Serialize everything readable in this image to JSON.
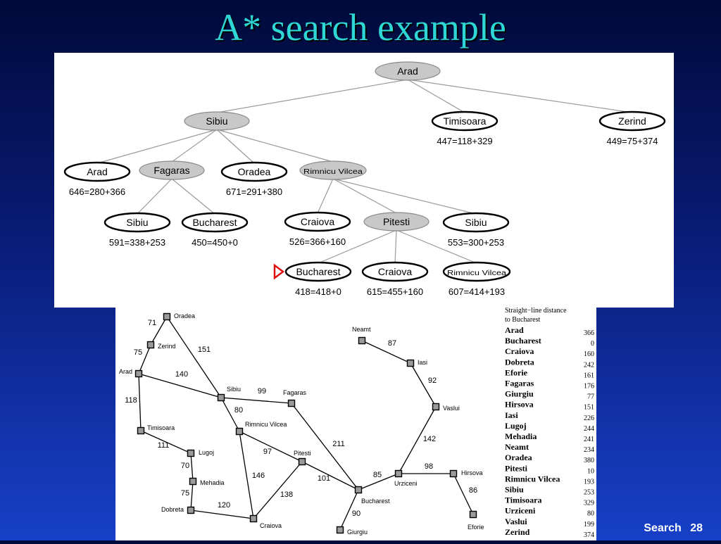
{
  "title": "A* search example",
  "footer": {
    "section": "Search",
    "page": "28"
  },
  "tree": {
    "nodes": [
      {
        "id": "arad0",
        "label": "Arad",
        "expanded": true,
        "f": ""
      },
      {
        "id": "sibiu1",
        "label": "Sibiu",
        "expanded": true,
        "f": ""
      },
      {
        "id": "timisoara1",
        "label": "Timisoara",
        "expanded": false,
        "f": "447=118+329"
      },
      {
        "id": "zerind1",
        "label": "Zerind",
        "expanded": false,
        "f": "449=75+374"
      },
      {
        "id": "arad2",
        "label": "Arad",
        "expanded": false,
        "f": "646=280+366"
      },
      {
        "id": "fagaras2",
        "label": "Fagaras",
        "expanded": true,
        "f": ""
      },
      {
        "id": "oradea2",
        "label": "Oradea",
        "expanded": false,
        "f": "671=291+380"
      },
      {
        "id": "rimnicu2",
        "label": "Rimnicu Vilcea",
        "expanded": true,
        "f": ""
      },
      {
        "id": "sibiu3a",
        "label": "Sibiu",
        "expanded": false,
        "f": "591=338+253"
      },
      {
        "id": "bucharest3a",
        "label": "Bucharest",
        "expanded": false,
        "f": "450=450+0"
      },
      {
        "id": "craiova3",
        "label": "Craiova",
        "expanded": false,
        "f": "526=366+160"
      },
      {
        "id": "pitesti3",
        "label": "Pitesti",
        "expanded": true,
        "f": ""
      },
      {
        "id": "sibiu3b",
        "label": "Sibiu",
        "expanded": false,
        "f": "553=300+253"
      },
      {
        "id": "bucharest4",
        "label": "Bucharest",
        "expanded": false,
        "f": "418=418+0"
      },
      {
        "id": "craiova4",
        "label": "Craiova",
        "expanded": false,
        "f": "615=455+160"
      },
      {
        "id": "rimnicu4",
        "label": "Rimnicu Vilcea",
        "expanded": false,
        "f": "607=414+193"
      }
    ],
    "edges": [
      [
        "arad0",
        "sibiu1"
      ],
      [
        "arad0",
        "timisoara1"
      ],
      [
        "arad0",
        "zerind1"
      ],
      [
        "sibiu1",
        "arad2"
      ],
      [
        "sibiu1",
        "fagaras2"
      ],
      [
        "sibiu1",
        "oradea2"
      ],
      [
        "sibiu1",
        "rimnicu2"
      ],
      [
        "fagaras2",
        "sibiu3a"
      ],
      [
        "fagaras2",
        "bucharest3a"
      ],
      [
        "rimnicu2",
        "craiova3"
      ],
      [
        "rimnicu2",
        "pitesti3"
      ],
      [
        "rimnicu2",
        "sibiu3b"
      ],
      [
        "pitesti3",
        "bucharest4"
      ],
      [
        "pitesti3",
        "craiova4"
      ],
      [
        "pitesti3",
        "rimnicu4"
      ]
    ],
    "goal_marker": "bucharest4"
  },
  "map": {
    "cities": [
      {
        "id": "oradea",
        "name": "Oradea"
      },
      {
        "id": "zerind",
        "name": "Zerind"
      },
      {
        "id": "arad",
        "name": "Arad"
      },
      {
        "id": "timisoara",
        "name": "Timisoara"
      },
      {
        "id": "lugoj",
        "name": "Lugoj"
      },
      {
        "id": "mehadia",
        "name": "Mehadia"
      },
      {
        "id": "dobreta",
        "name": "Dobreta"
      },
      {
        "id": "craiova",
        "name": "Craiova"
      },
      {
        "id": "sibiu",
        "name": "Sibiu"
      },
      {
        "id": "fagaras",
        "name": "Fagaras"
      },
      {
        "id": "rimnicu",
        "name": "Rimnicu Vilcea"
      },
      {
        "id": "pitesti",
        "name": "Pitesti"
      },
      {
        "id": "bucharest",
        "name": "Bucharest"
      },
      {
        "id": "giurgiu",
        "name": "Giurgiu"
      },
      {
        "id": "urziceni",
        "name": "Urziceni"
      },
      {
        "id": "hirsova",
        "name": "Hirsova"
      },
      {
        "id": "eforie",
        "name": "Eforie"
      },
      {
        "id": "vaslui",
        "name": "Vaslui"
      },
      {
        "id": "iasi",
        "name": "Iasi"
      },
      {
        "id": "neamt",
        "name": "Neamt"
      }
    ],
    "roads": [
      {
        "a": "oradea",
        "b": "zerind",
        "d": "71"
      },
      {
        "a": "zerind",
        "b": "arad",
        "d": "75"
      },
      {
        "a": "oradea",
        "b": "sibiu",
        "d": "151"
      },
      {
        "a": "arad",
        "b": "sibiu",
        "d": "140"
      },
      {
        "a": "arad",
        "b": "timisoara",
        "d": "118"
      },
      {
        "a": "timisoara",
        "b": "lugoj",
        "d": "111"
      },
      {
        "a": "lugoj",
        "b": "mehadia",
        "d": "70"
      },
      {
        "a": "mehadia",
        "b": "dobreta",
        "d": "75"
      },
      {
        "a": "dobreta",
        "b": "craiova",
        "d": "120"
      },
      {
        "a": "sibiu",
        "b": "fagaras",
        "d": "99"
      },
      {
        "a": "sibiu",
        "b": "rimnicu",
        "d": "80"
      },
      {
        "a": "rimnicu",
        "b": "pitesti",
        "d": "97"
      },
      {
        "a": "rimnicu",
        "b": "craiova",
        "d": "146"
      },
      {
        "a": "craiova",
        "b": "pitesti",
        "d": "138"
      },
      {
        "a": "fagaras",
        "b": "bucharest",
        "d": "211"
      },
      {
        "a": "pitesti",
        "b": "bucharest",
        "d": "101"
      },
      {
        "a": "bucharest",
        "b": "giurgiu",
        "d": "90"
      },
      {
        "a": "bucharest",
        "b": "urziceni",
        "d": "85"
      },
      {
        "a": "urziceni",
        "b": "hirsova",
        "d": "98"
      },
      {
        "a": "hirsova",
        "b": "eforie",
        "d": "86"
      },
      {
        "a": "urziceni",
        "b": "vaslui",
        "d": "142"
      },
      {
        "a": "vaslui",
        "b": "iasi",
        "d": "92"
      },
      {
        "a": "iasi",
        "b": "neamt",
        "d": "87"
      }
    ]
  },
  "sld_table": {
    "heading_line1": "Straight−line distance",
    "heading_line2": "to Bucharest",
    "rows": [
      {
        "city": "Arad",
        "value": "366"
      },
      {
        "city": "Bucharest",
        "value": "0"
      },
      {
        "city": "Craiova",
        "value": "160"
      },
      {
        "city": "Dobreta",
        "value": "242"
      },
      {
        "city": "Eforie",
        "value": "161"
      },
      {
        "city": "Fagaras",
        "value": "176"
      },
      {
        "city": "Giurgiu",
        "value": "77"
      },
      {
        "city": "Hirsova",
        "value": "151"
      },
      {
        "city": "Iasi",
        "value": "226"
      },
      {
        "city": "Lugoj",
        "value": "244"
      },
      {
        "city": "Mehadia",
        "value": "241"
      },
      {
        "city": "Neamt",
        "value": "234"
      },
      {
        "city": "Oradea",
        "value": "380"
      },
      {
        "city": "Pitesti",
        "value": "10"
      },
      {
        "city": "Rimnicu Vilcea",
        "value": "193"
      },
      {
        "city": "Sibiu",
        "value": "253"
      },
      {
        "city": "Timisoara",
        "value": "329"
      },
      {
        "city": "Urziceni",
        "value": "80"
      },
      {
        "city": "Vaslui",
        "value": "199"
      },
      {
        "city": "Zerind",
        "value": "374"
      }
    ]
  }
}
